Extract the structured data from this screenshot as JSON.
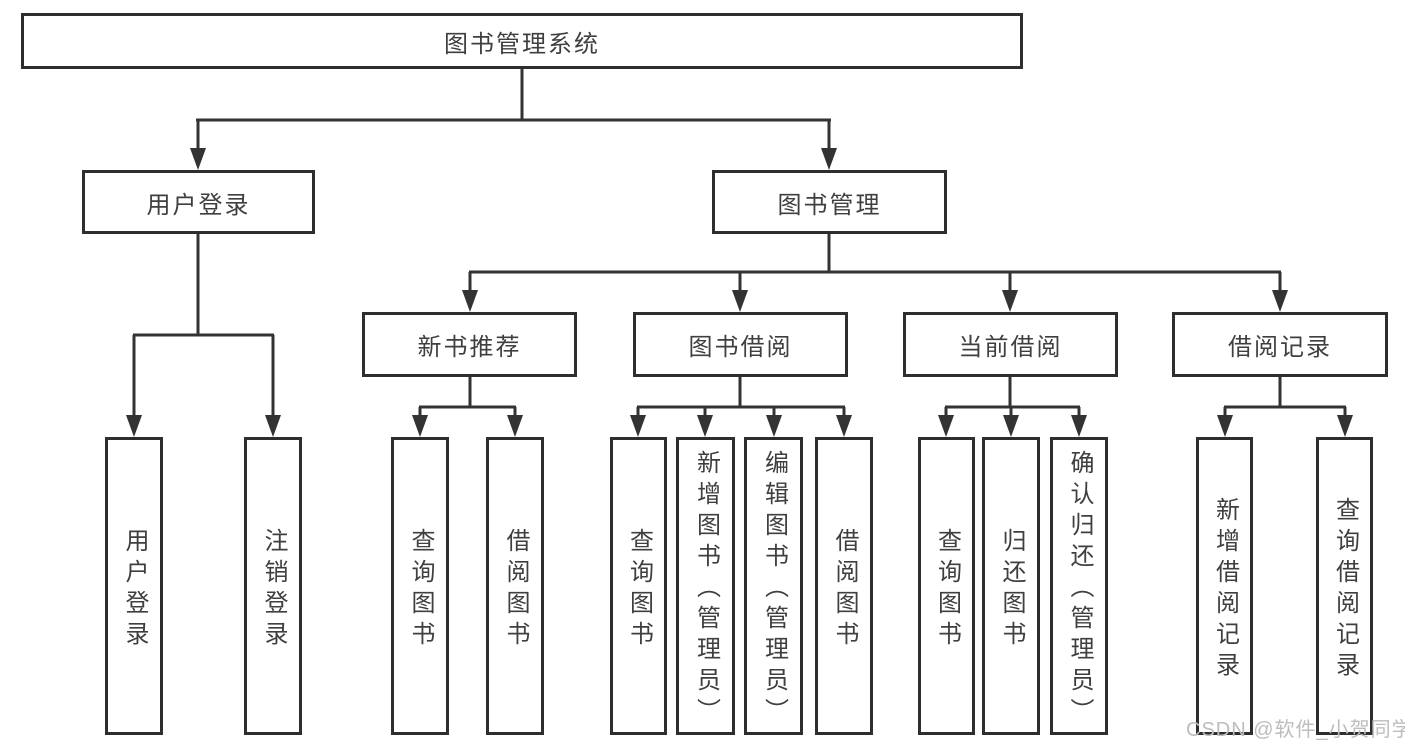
{
  "colors": {
    "line": "#333333",
    "border": "#2e2e2e",
    "text": "#3f3f3f",
    "watermark": "#bdbdbd",
    "background": "#ffffff"
  },
  "diagram": {
    "root": {
      "label": "图书管理系统"
    },
    "branches": [
      {
        "label": "用户登录",
        "children": [
          {
            "label": "用户登录"
          },
          {
            "label": "注销登录"
          }
        ]
      },
      {
        "label": "图书管理",
        "children": [
          {
            "label": "新书推荐",
            "children": [
              {
                "label": "查询图书"
              },
              {
                "label": "借阅图书"
              }
            ]
          },
          {
            "label": "图书借阅",
            "children": [
              {
                "label": "查询图书"
              },
              {
                "label": "新增图书（管理员）"
              },
              {
                "label": "编辑图书（管理员）"
              },
              {
                "label": "借阅图书"
              }
            ]
          },
          {
            "label": "当前借阅",
            "children": [
              {
                "label": "查询图书"
              },
              {
                "label": "归还图书"
              },
              {
                "label": "确认归还（管理员）"
              }
            ]
          },
          {
            "label": "借阅记录",
            "children": [
              {
                "label": "新增借阅记录"
              },
              {
                "label": "查询借阅记录"
              }
            ]
          }
        ]
      }
    ]
  },
  "watermark": {
    "text": "CSDN @软件_小贺同学"
  }
}
